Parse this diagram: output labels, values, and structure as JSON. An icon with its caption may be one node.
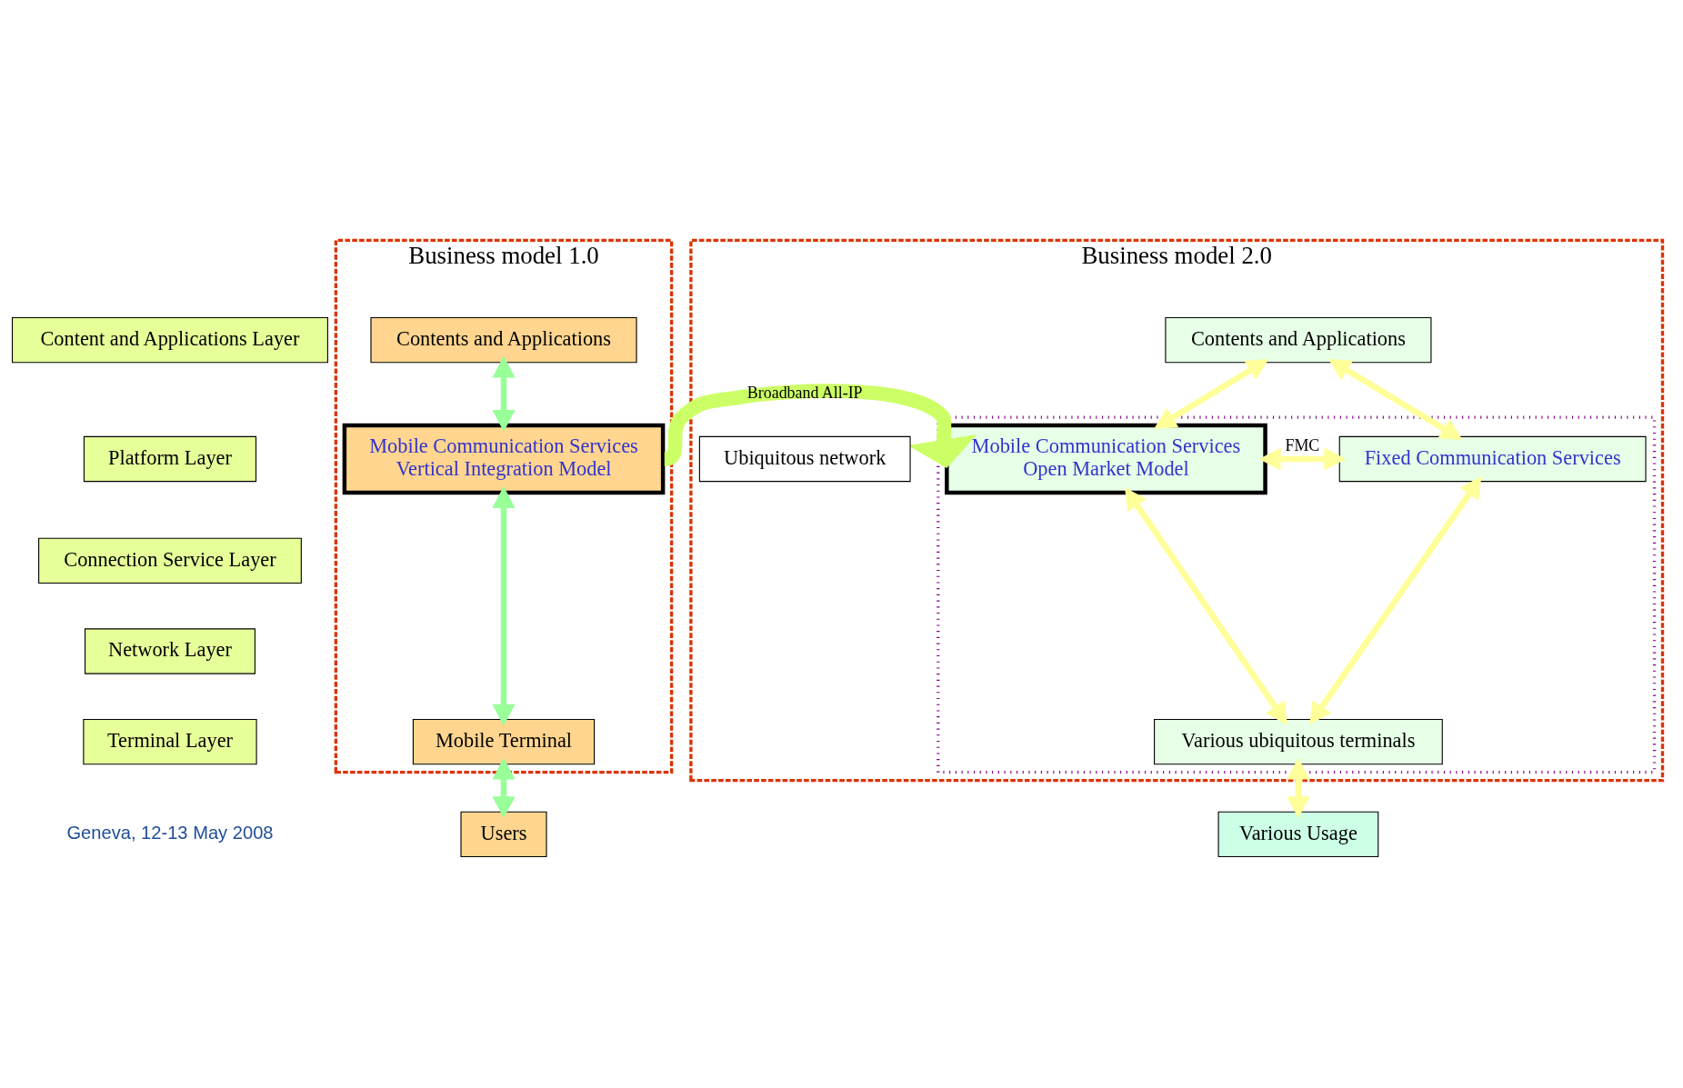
{
  "diagram": {
    "nodes": [
      {
        "text": [
          "Content and Applications Layer"
        ]
      },
      {
        "text": [
          "Platform Layer"
        ]
      },
      {
        "text": [
          "Connection Service Layer"
        ]
      },
      {
        "text": [
          "Network Layer"
        ]
      },
      {
        "text": [
          "Terminal Layer"
        ]
      },
      {
        "text": [
          "Business model 1.0"
        ]
      },
      {
        "text": [
          "Contents and Applications"
        ],
        "in": 5
      },
      {
        "text": [
          "Mobile Communication Services",
          "Vertical Integration Model"
        ],
        "in": 5
      },
      {
        "text": [
          "Mobile Terminal"
        ],
        "in": 5
      },
      {
        "text": [
          "Users"
        ]
      },
      {
        "text": [
          "Business model 2.0"
        ]
      },
      {
        "text": [
          "Contents and Applications"
        ],
        "in": 10
      },
      {
        "text": [],
        "shape": "box",
        "in": 10
      },
      {
        "text": [
          "Mobile Communication Services",
          "Open Market Model"
        ],
        "in": 12
      },
      {
        "text": [
          "Fixed Communication Services"
        ],
        "in": 12
      },
      {
        "text": [
          "Various ubiquitous terminals"
        ],
        "in": 12
      },
      {
        "text": [
          "Ubiquitous network"
        ],
        "in": 10
      },
      {
        "text": [
          "Various Usage"
        ]
      }
    ],
    "edges": [
      {
        "from": 6,
        "to": 7,
        "arrow": "both",
        "color": "#99ff99"
      },
      {
        "from": 7,
        "to": 8,
        "arrow": "both",
        "color": "#99ff99"
      },
      {
        "from": 8,
        "to": 9,
        "arrow": "both",
        "color": "#99ff99"
      },
      {
        "from": 7,
        "to": 13,
        "arrow": "to",
        "label": "Broadband All-IP",
        "style": "thick",
        "color": "#ccff66"
      },
      {
        "from": 11,
        "to": 13,
        "arrow": "both",
        "color": "#ffff99"
      },
      {
        "from": 11,
        "to": 14,
        "arrow": "both",
        "color": "#ffff99"
      },
      {
        "from": 13,
        "to": 14,
        "arrow": "both",
        "label": "FMC",
        "color": "#ffff99"
      },
      {
        "from": 13,
        "to": 15,
        "arrow": "both",
        "color": "#ffff99"
      },
      {
        "from": 14,
        "to": 15,
        "arrow": "both",
        "color": "#ffff99"
      },
      {
        "from": 15,
        "to": 17,
        "arrow": "both",
        "color": "#ffff99"
      }
    ],
    "labels": [
      "Geneva, 12-13 May 2008"
    ]
  }
}
